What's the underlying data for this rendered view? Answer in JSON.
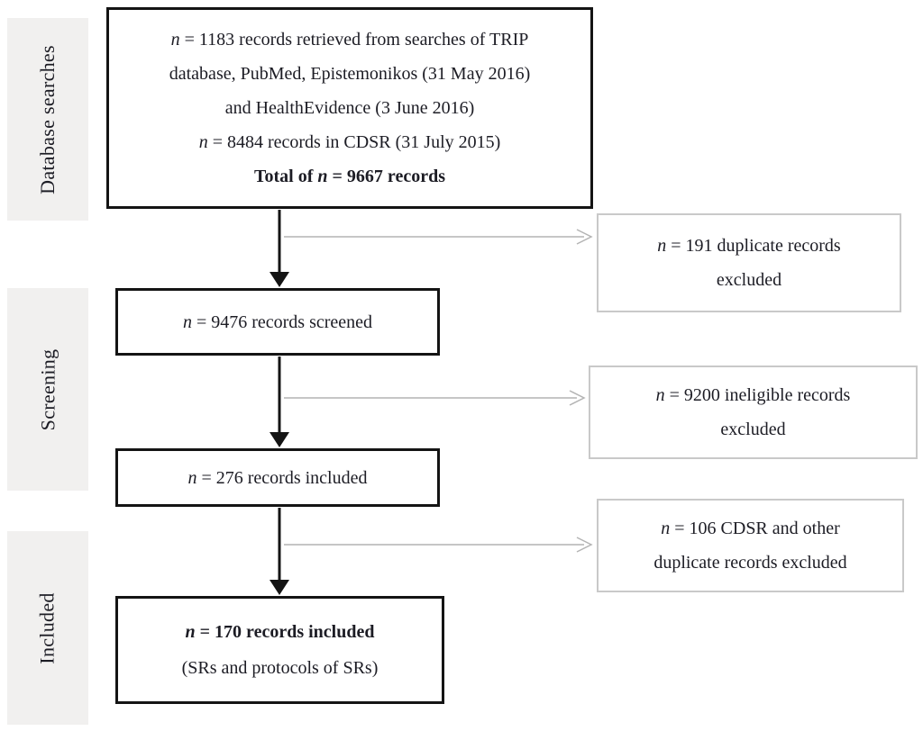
{
  "colors": {
    "text": "#1c1c24",
    "border_dark": "#141414",
    "border_gray": "#c9c9c9",
    "arrow_gray": "#b4b4b4",
    "arrow_black": "#141414",
    "stage_bg": "#f1f0ef",
    "page_bg": "#ffffff"
  },
  "stages": [
    {
      "label": "Database searches"
    },
    {
      "label": "Screening"
    },
    {
      "label": "Included"
    }
  ],
  "boxes": {
    "search": {
      "lines": [
        {
          "n": "n",
          "post": " = 1183 records retrieved from searches of TRIP"
        },
        {
          "pre": "database, PubMed, Epistemonikos (31 May 2016)"
        },
        {
          "pre": "and HealthEvidence (3 June 2016)"
        },
        {
          "n": "n",
          "post": " = 8484 records in CDSR (31 July 2015)"
        },
        {
          "pre": "Total of ",
          "n": "n",
          "post": " = 9667 records"
        }
      ]
    },
    "screened": {
      "n": "n",
      "post": " = 9476 records screened"
    },
    "included276": {
      "n": "n",
      "post": " = 276 records included"
    },
    "included170": {
      "line1": {
        "n": "n",
        "post": " = 170 records included"
      },
      "line2": "(SRs and protocols of SRs)"
    },
    "exclusions": [
      {
        "line1": {
          "n": "n",
          "post": " = 191 duplicate records"
        },
        "line2": "excluded"
      },
      {
        "line1": {
          "n": "n",
          "post": " = 9200 ineligible records"
        },
        "line2": "excluded"
      },
      {
        "line1": {
          "n": "n",
          "post": " = 106 CDSR and other"
        },
        "line2": "duplicate records excluded"
      }
    ]
  }
}
